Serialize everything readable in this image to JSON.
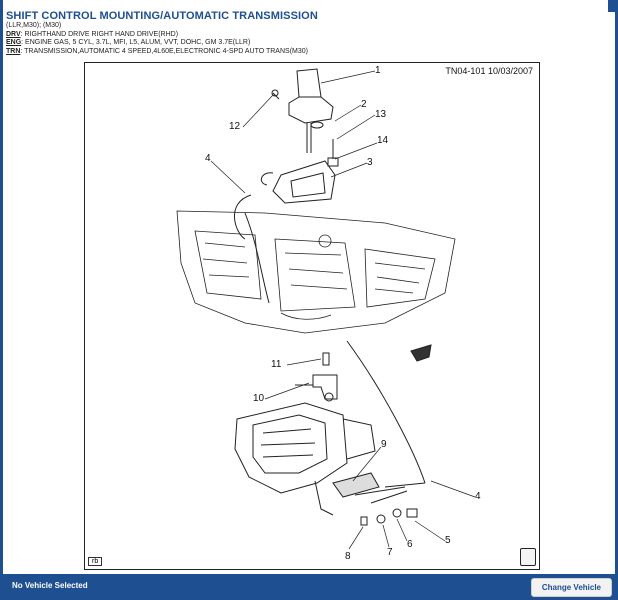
{
  "title": "SHIFT CONTROL MOUNTING/AUTOMATIC TRANSMISSION",
  "subtitle": "(LLR,M30); (M30)",
  "specs": [
    {
      "code": "DRV",
      "text": ": RIGHTHAND DRIVE RIGHT HAND DRIVE(RHD)"
    },
    {
      "code": "ENG",
      "text": ": ENGINE GAS, 5 CYL, 3.7L, MFI, L5, ALUM, VVT, DOHC, GM 3.7E(LLR)"
    },
    {
      "code": "TRN",
      "text": ": TRANSMISSION,AUTOMATIC 4 SPEED,4L60E,ELECTRONIC 4-SPD AUTO TRANS(M30)"
    }
  ],
  "diagram": {
    "ref": "TN04-101  10/03/2007",
    "badge": "rb",
    "callouts": [
      "1",
      "2",
      "13",
      "14",
      "3",
      "12",
      "4",
      "11",
      "10",
      "9",
      "4",
      "5",
      "6",
      "7",
      "8"
    ]
  },
  "footer": {
    "status": "No Vehicle Selected",
    "button": "Change Vehicle"
  }
}
